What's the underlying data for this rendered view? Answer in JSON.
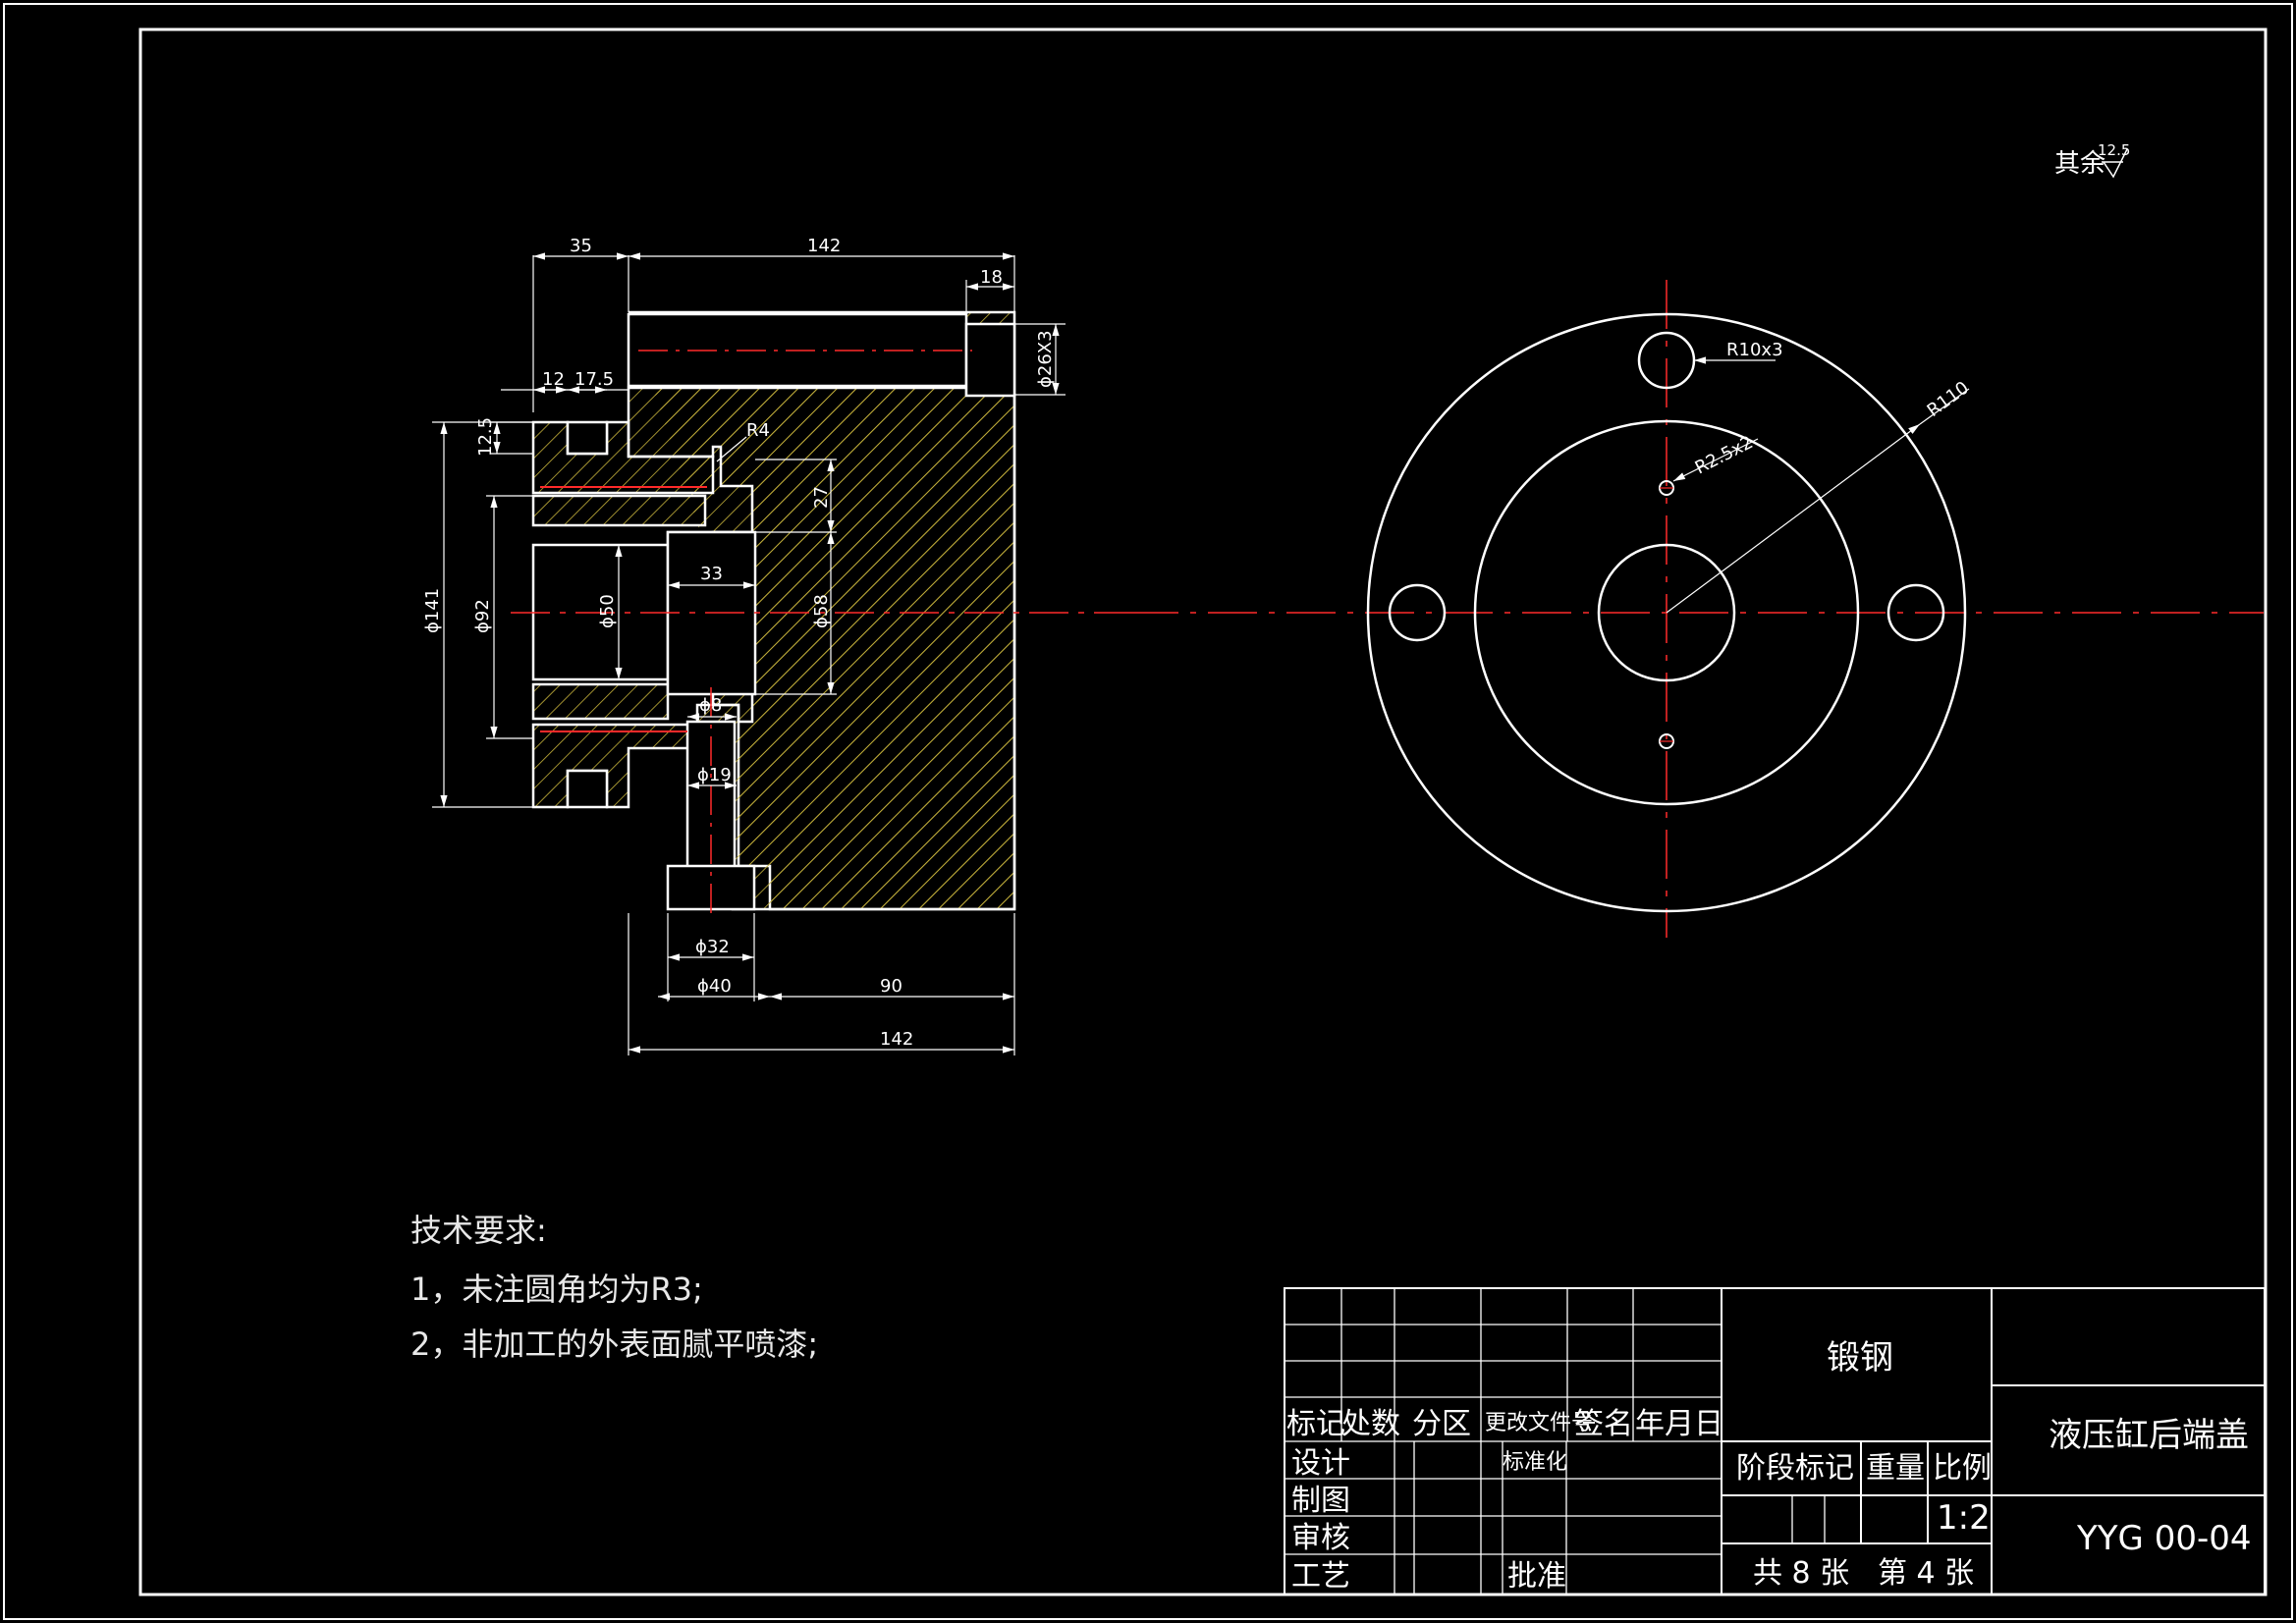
{
  "roughness": {
    "label": "其余",
    "value": "12.5"
  },
  "dimensions": {
    "d35": "35",
    "d142_top": "142",
    "d18": "18",
    "d26x3": "ϕ26X3",
    "d12": "12",
    "d17_5": "17.5",
    "d12_5": "12.5",
    "r4": "R4",
    "d27": "27",
    "d33": "33",
    "d141": "ϕ141",
    "d92": "ϕ92",
    "d50": "ϕ50",
    "d58": "ϕ58",
    "d8": "ϕ8",
    "d19": "ϕ19",
    "d32": "ϕ32",
    "d40": "ϕ40",
    "d90": "90",
    "d142_bottom": "142",
    "r10x3": "R10x3",
    "r110": "R110",
    "r2_5x2": "R2.5x2"
  },
  "notes": {
    "title": "技术要求:",
    "item1": "1，未注圆角均为R3;",
    "item2": "2，非加工的外表面腻平喷漆;"
  },
  "title_block": {
    "material": "锻钢",
    "part_name": "液压缸后端盖",
    "drawing_no": "YYG 00-04",
    "scale": "1:2",
    "headers": {
      "mark": "标记",
      "count": "处数",
      "zone": "分区",
      "change_doc": "更改文件号",
      "signature": "签名",
      "date": "年月日"
    },
    "roles": {
      "design": "设计",
      "drafting": "制图",
      "review": "审核",
      "process": "工艺",
      "standardization": "标准化",
      "approval": "批准"
    },
    "stage_mark": "阶段标记",
    "weight": "重量",
    "ratio": "比例",
    "sheets_total": "共 8 张",
    "sheet_no": "第 4 张"
  }
}
